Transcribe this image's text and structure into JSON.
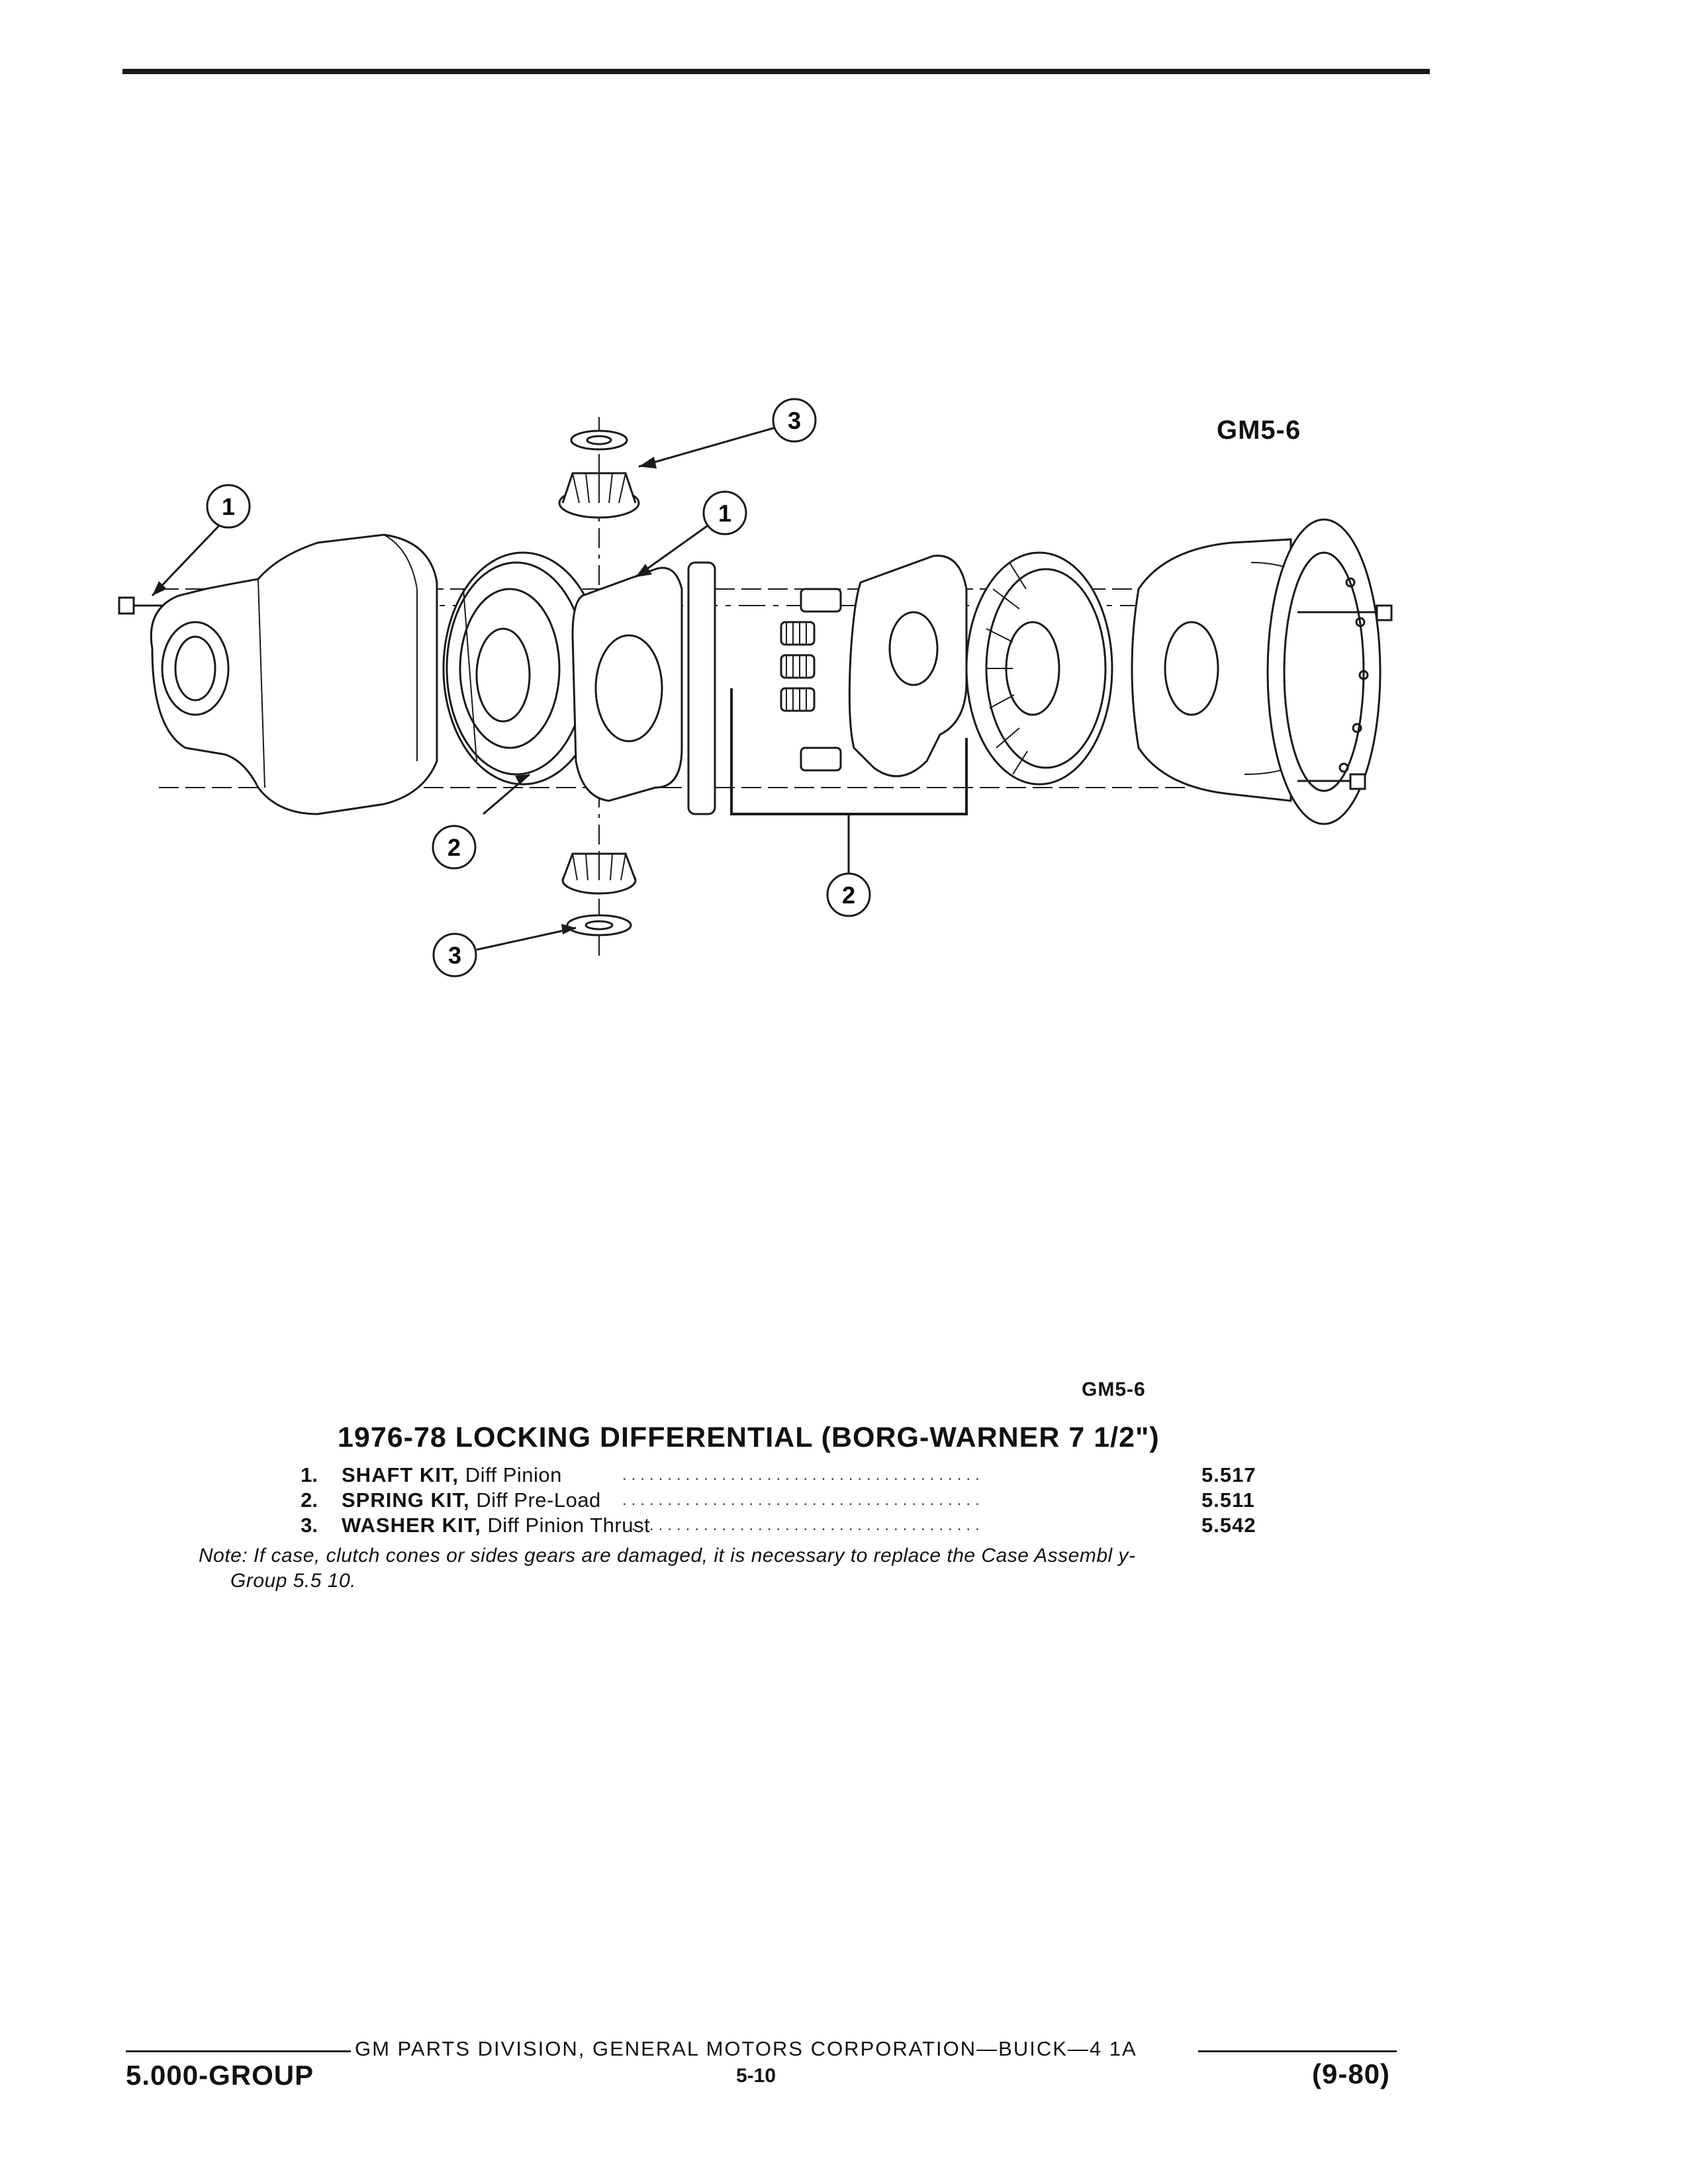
{
  "figure": {
    "id_top": "GM5-6",
    "id_bottom": "GM5-6",
    "callouts": {
      "shaft_left": "1",
      "shaft_center": "1",
      "spring_left": "2",
      "spring_bracket": "2",
      "washer_top": "3",
      "washer_bottom": "3"
    }
  },
  "caption": {
    "title": "1976-78 LOCKING DIFFERENTIAL (BORG-WARNER 7 1/2\")"
  },
  "parts": [
    {
      "num": "1.",
      "name": "SHAFT KIT,",
      "desc": "Diff Pinion",
      "dots": "........................................",
      "group": "5.517"
    },
    {
      "num": "2.",
      "name": "SPRING KIT,",
      "desc": "Diff Pre-Load",
      "dots": "........................................",
      "group": "5.511"
    },
    {
      "num": "3.",
      "name": "WASHER KIT,",
      "desc": "Diff Pinion Thrust",
      "dots": "........................................",
      "group": "5.542"
    }
  ],
  "note": {
    "line1": "Note: If case, clutch cones or sides gears are damaged, it is necessary to replace the Case Assembl y-",
    "line2": "Group 5.5 10."
  },
  "footer": {
    "division": "GM PARTS DIVISION, GENERAL MOTORS CORPORATION—BUICK—4 1A",
    "group": "5.000-GROUP",
    "page": "5-10",
    "date": "(9-80)"
  }
}
